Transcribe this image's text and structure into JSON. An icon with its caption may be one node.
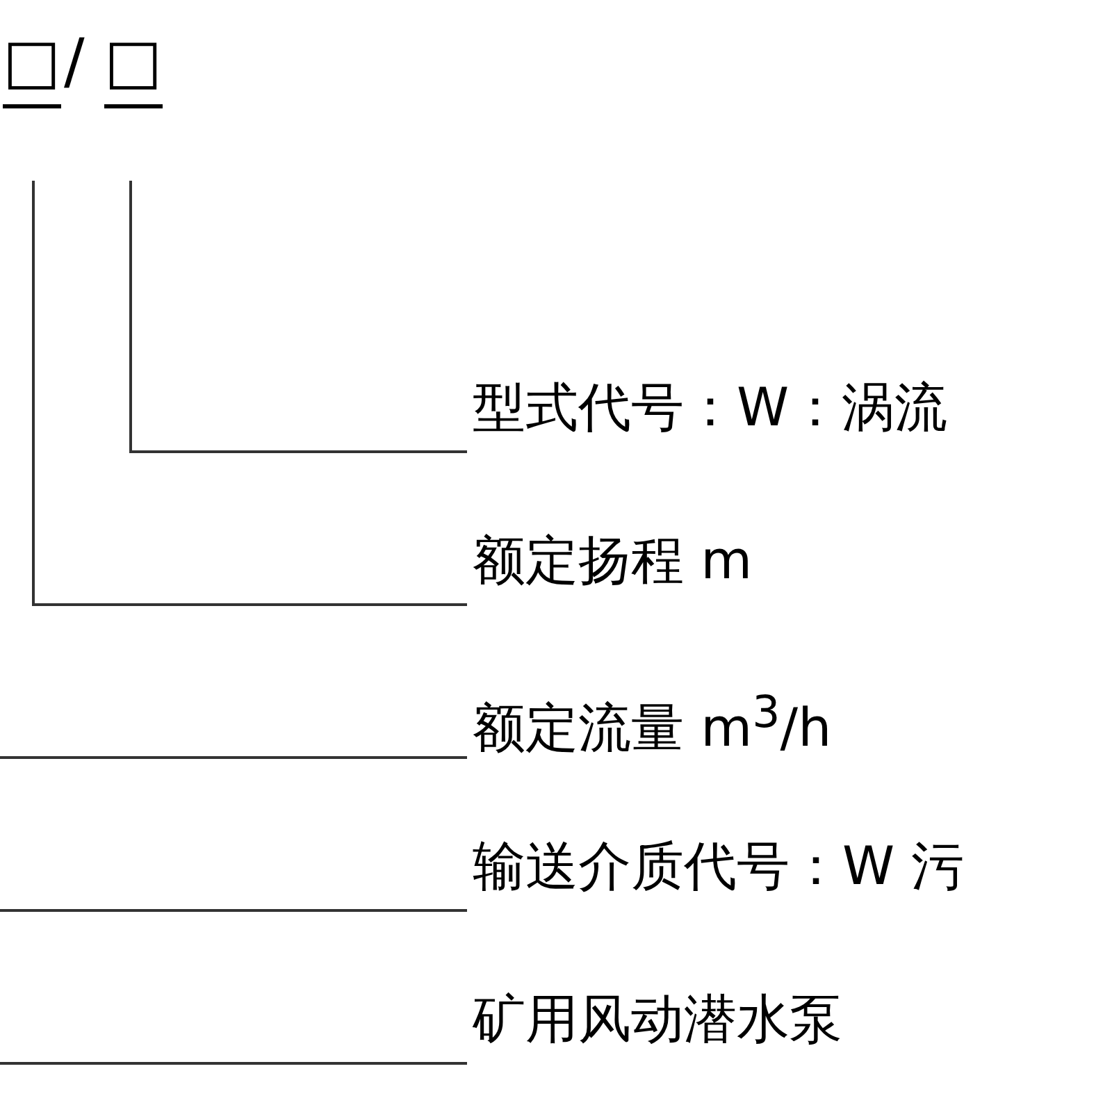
{
  "diagram": {
    "nodes": [
      {
        "text": [
          "□"
        ]
      },
      {
        "text": [
          "□"
        ]
      },
      {
        "text": [
          "型式代号：W：涡流"
        ]
      },
      {
        "text": [
          "额定扬程 m"
        ]
      },
      {
        "text": [
          "额定流量 m$^{3}$/h"
        ]
      },
      {
        "text": [
          "输送介质代号：W 污"
        ]
      },
      {
        "text": [
          "矿用风动潜水泵"
        ]
      }
    ],
    "edges": [
      {
        "from": 1,
        "to": 2,
        "arrow": "none"
      },
      {
        "from": 0,
        "to": 3,
        "arrow": "none"
      },
      {
        "from": null,
        "to": 4,
        "arrow": "none"
      },
      {
        "from": null,
        "to": 5,
        "arrow": "none"
      },
      {
        "from": null,
        "to": 6,
        "arrow": "none"
      }
    ],
    "labels": [
      "/"
    ]
  }
}
